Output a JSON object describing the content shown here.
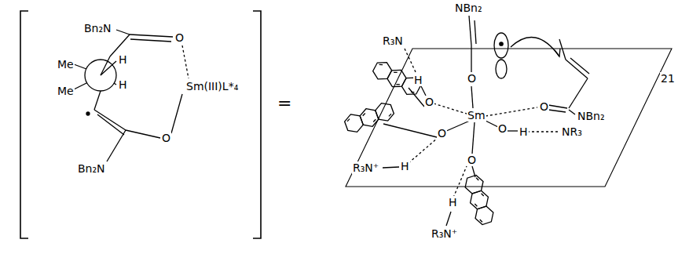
{
  "diagram": {
    "labels": [
      "Bn₂N",
      "O",
      "Me",
      "H",
      "H",
      "Me",
      "Sm(III)L*₄",
      "O",
      "Bn₂N",
      "=",
      "NBn₂",
      "R₃N",
      "O",
      "H",
      "O",
      "Sm",
      "O",
      "NBn₂",
      "O",
      "O",
      "H",
      "NR₃",
      "R₃N⁺",
      "H",
      "O",
      "H",
      "R₃N⁺",
      "21"
    ]
  }
}
